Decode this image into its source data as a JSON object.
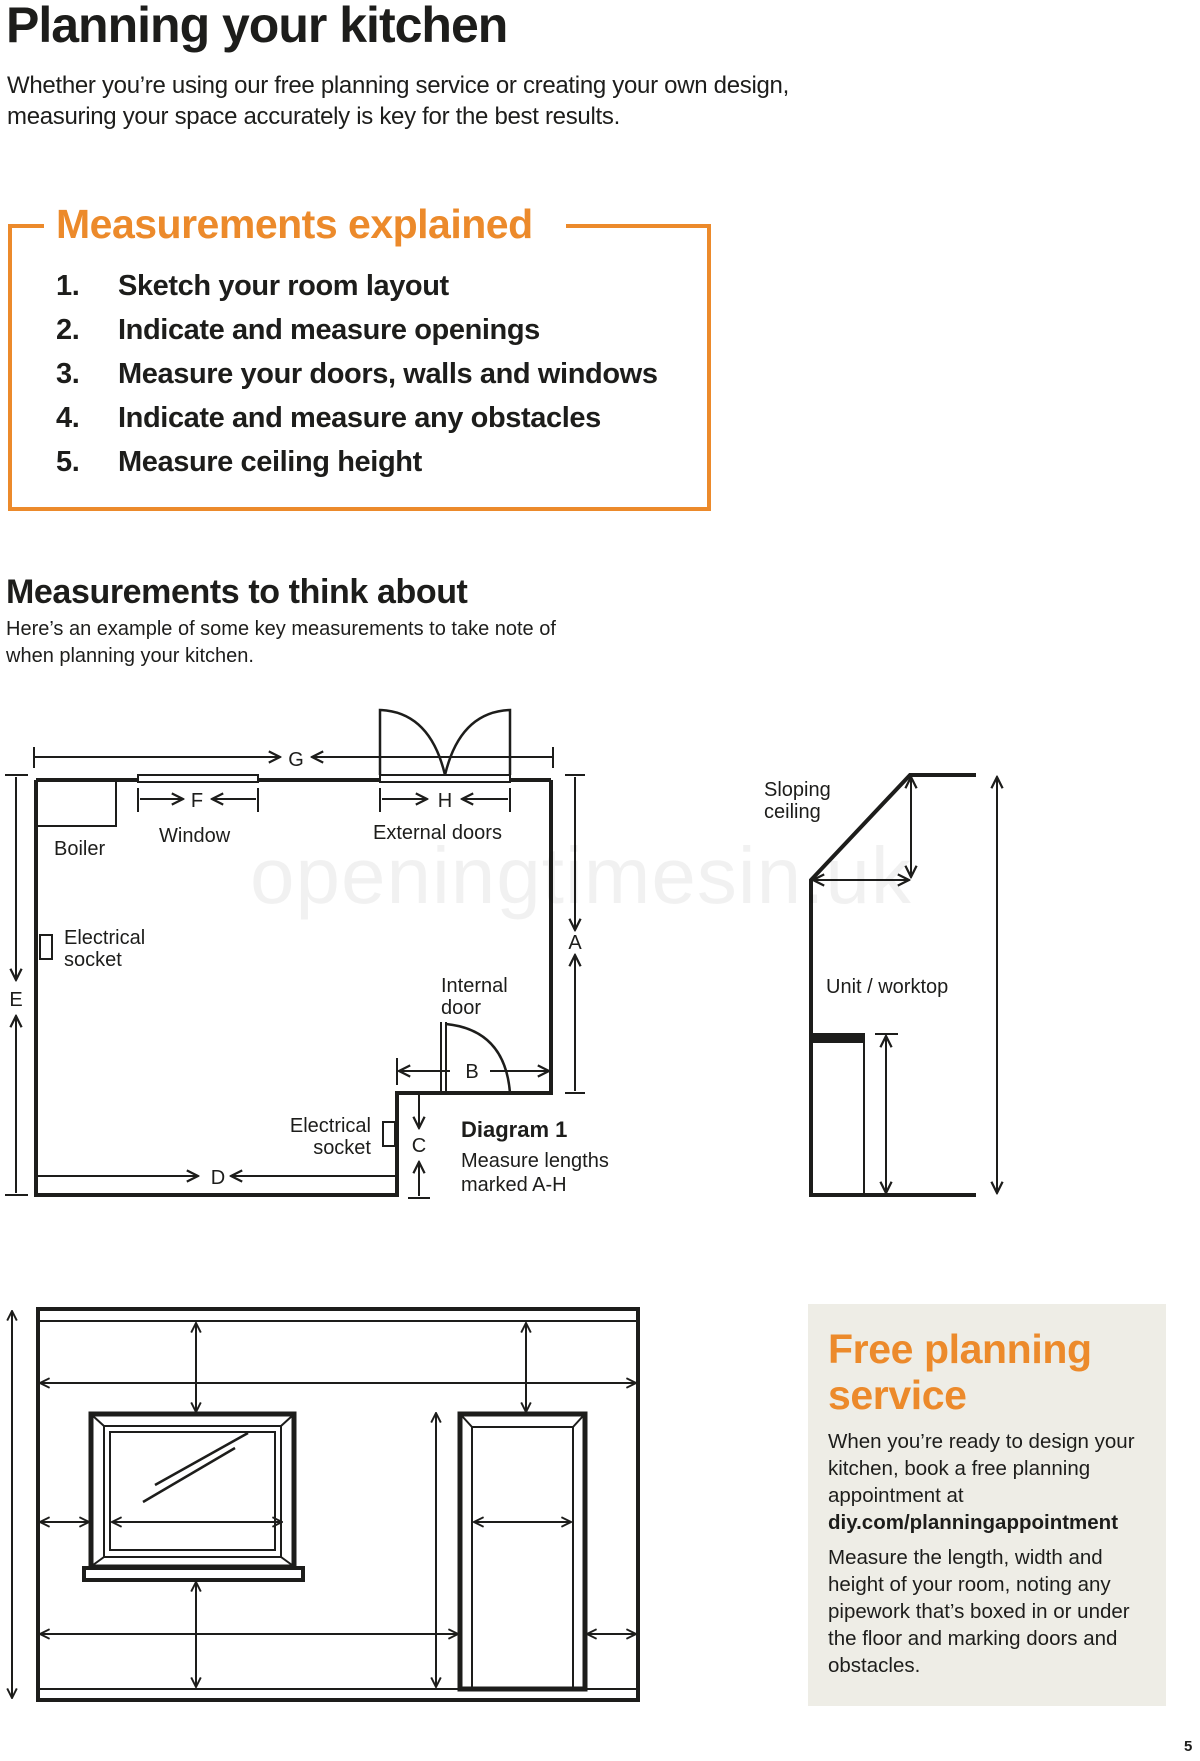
{
  "header": {
    "title": "Planning your kitchen",
    "intro": "Whether you’re using our free planning service or creating your own design, measuring your space accurately is key for the best results."
  },
  "measurements_explained": {
    "title": "Measurements explained",
    "accent_color": "#ec8a2b",
    "steps": [
      {
        "num": "1.",
        "text": "Sketch your room layout"
      },
      {
        "num": "2.",
        "text": "Indicate and measure openings"
      },
      {
        "num": "3.",
        "text": "Measure your doors, walls and windows"
      },
      {
        "num": "4.",
        "text": "Indicate and measure any obstacles"
      },
      {
        "num": "5.",
        "text": "Measure ceiling height"
      }
    ]
  },
  "think_about": {
    "title": "Measurements to think about",
    "subtitle": "Here’s an example of some key measurements to take note of when planning your kitchen."
  },
  "floor_plan": {
    "labels": {
      "A": "A",
      "B": "B",
      "C": "C",
      "D": "D",
      "E": "E",
      "F": "F",
      "G": "G",
      "H": "H",
      "boiler": "Boiler",
      "window": "Window",
      "external_doors": "External doors",
      "socket_1_line1": "Electrical",
      "socket_1_line2": "socket",
      "internal_door_line1": "Internal",
      "internal_door_line2": "door",
      "socket_2_line1": "Electrical",
      "socket_2_line2": "socket"
    },
    "caption_title": "Diagram 1",
    "caption_line1": "Measure lengths",
    "caption_line2": "marked A-H"
  },
  "section_diagram": {
    "sloping_line1": "Sloping",
    "sloping_line2": "ceiling",
    "unit_label": "Unit / worktop"
  },
  "watermark": "openingtimesin.uk",
  "promo": {
    "title": "Free planning service",
    "text": "When you’re ready to design your kitchen, book a free planning appointment at",
    "link": "diy.com/planningappointment",
    "text2": "Measure the length, width and height of your room, noting any pipework that’s boxed in or under the floor and marking doors and obstacles.",
    "background": "#eeede6"
  },
  "page_number": "5"
}
